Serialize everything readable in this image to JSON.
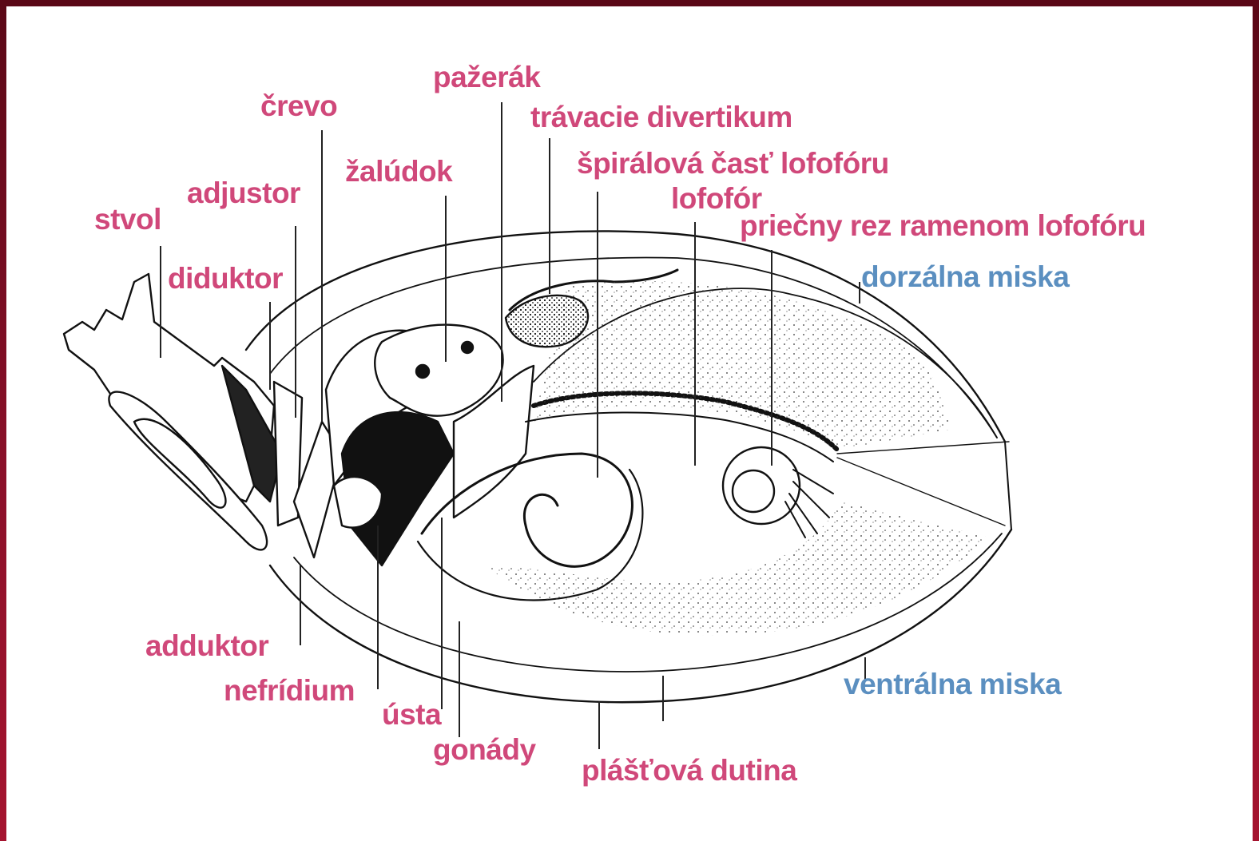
{
  "labels": {
    "pazerak": "pažerák",
    "crevo": "črevo",
    "travacie_divertikum": "trávacie divertikum",
    "zaludok": "žalúdok",
    "spiralova_cast": "špirálová časť lofofóru",
    "adjustor": "adjustor",
    "stvol": "stvol",
    "lofofor": "lofofór",
    "priecny_rez": "priečny rez ramenom lofofóru",
    "diduktor": "diduktor",
    "dorzalna_miska": "dorzálna miska",
    "adduktor": "adduktor",
    "nefridium": "nefrídium",
    "ventralna_miska": "ventrálna miska",
    "usta": "ústa",
    "gonady": "gonády",
    "plastova_dutina": "plášťová dutina"
  },
  "colors": {
    "label_pink": "#d0487a",
    "label_blue": "#5b8fc0",
    "frame": "#8a1029",
    "background": "#ffffff",
    "line": "#111111"
  }
}
